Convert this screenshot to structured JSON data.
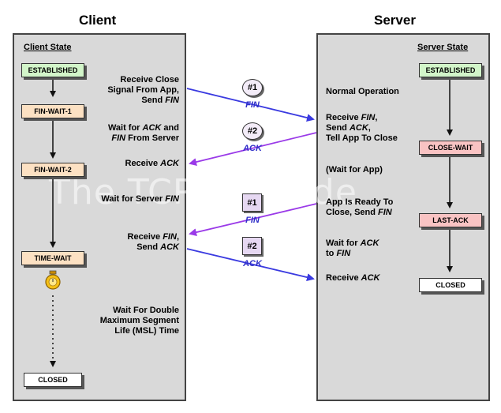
{
  "headings": {
    "client": "Client",
    "server": "Server"
  },
  "client_panel": {
    "title": "Client State",
    "states": {
      "established": "ESTABLISHED",
      "fin_wait_1": "FIN-WAIT-1",
      "fin_wait_2": "FIN-WAIT-2",
      "time_wait": "TIME-WAIT",
      "closed": "CLOSED"
    },
    "descriptions": [
      [
        "Receive Close",
        "Signal From App,",
        "Send |FIN"
      ],
      [
        "Wait for |ACK| and",
        "|FIN| From Server"
      ],
      [
        "Receive |ACK"
      ],
      [
        "Wait for Server |FIN"
      ],
      [
        "Receive |FIN|,",
        "Send |ACK"
      ],
      [
        "Wait For Double",
        "Maximum Segment",
        "Life (MSL) Time"
      ]
    ]
  },
  "server_panel": {
    "title": "Server State",
    "states": {
      "established": "ESTABLISHED",
      "close_wait": "CLOSE-WAIT",
      "last_ack": "LAST-ACK",
      "closed": "CLOSED"
    },
    "descriptions": [
      [
        "Normal Operation"
      ],
      [
        "Receive |FIN|,",
        "Send |ACK|,",
        "Tell App To Close"
      ],
      [
        "(Wait for App)"
      ],
      [
        "App Is Ready To",
        "Close, Send |FIN"
      ],
      [
        "Wait for |ACK",
        "to |FIN"
      ],
      [
        "Receive |ACK"
      ]
    ]
  },
  "messages": [
    {
      "badge": "#1",
      "label": "FIN"
    },
    {
      "badge": "#2",
      "label": "ACK"
    },
    {
      "badge": "#1",
      "label": "FIN"
    },
    {
      "badge": "#2",
      "label": "ACK"
    }
  ],
  "watermark": "The TCP/IP Guide",
  "colors": {
    "arrow_blue": "#3a3ae0",
    "arrow_purple": "#9a3ae8",
    "panel": "#d9d9d9"
  }
}
